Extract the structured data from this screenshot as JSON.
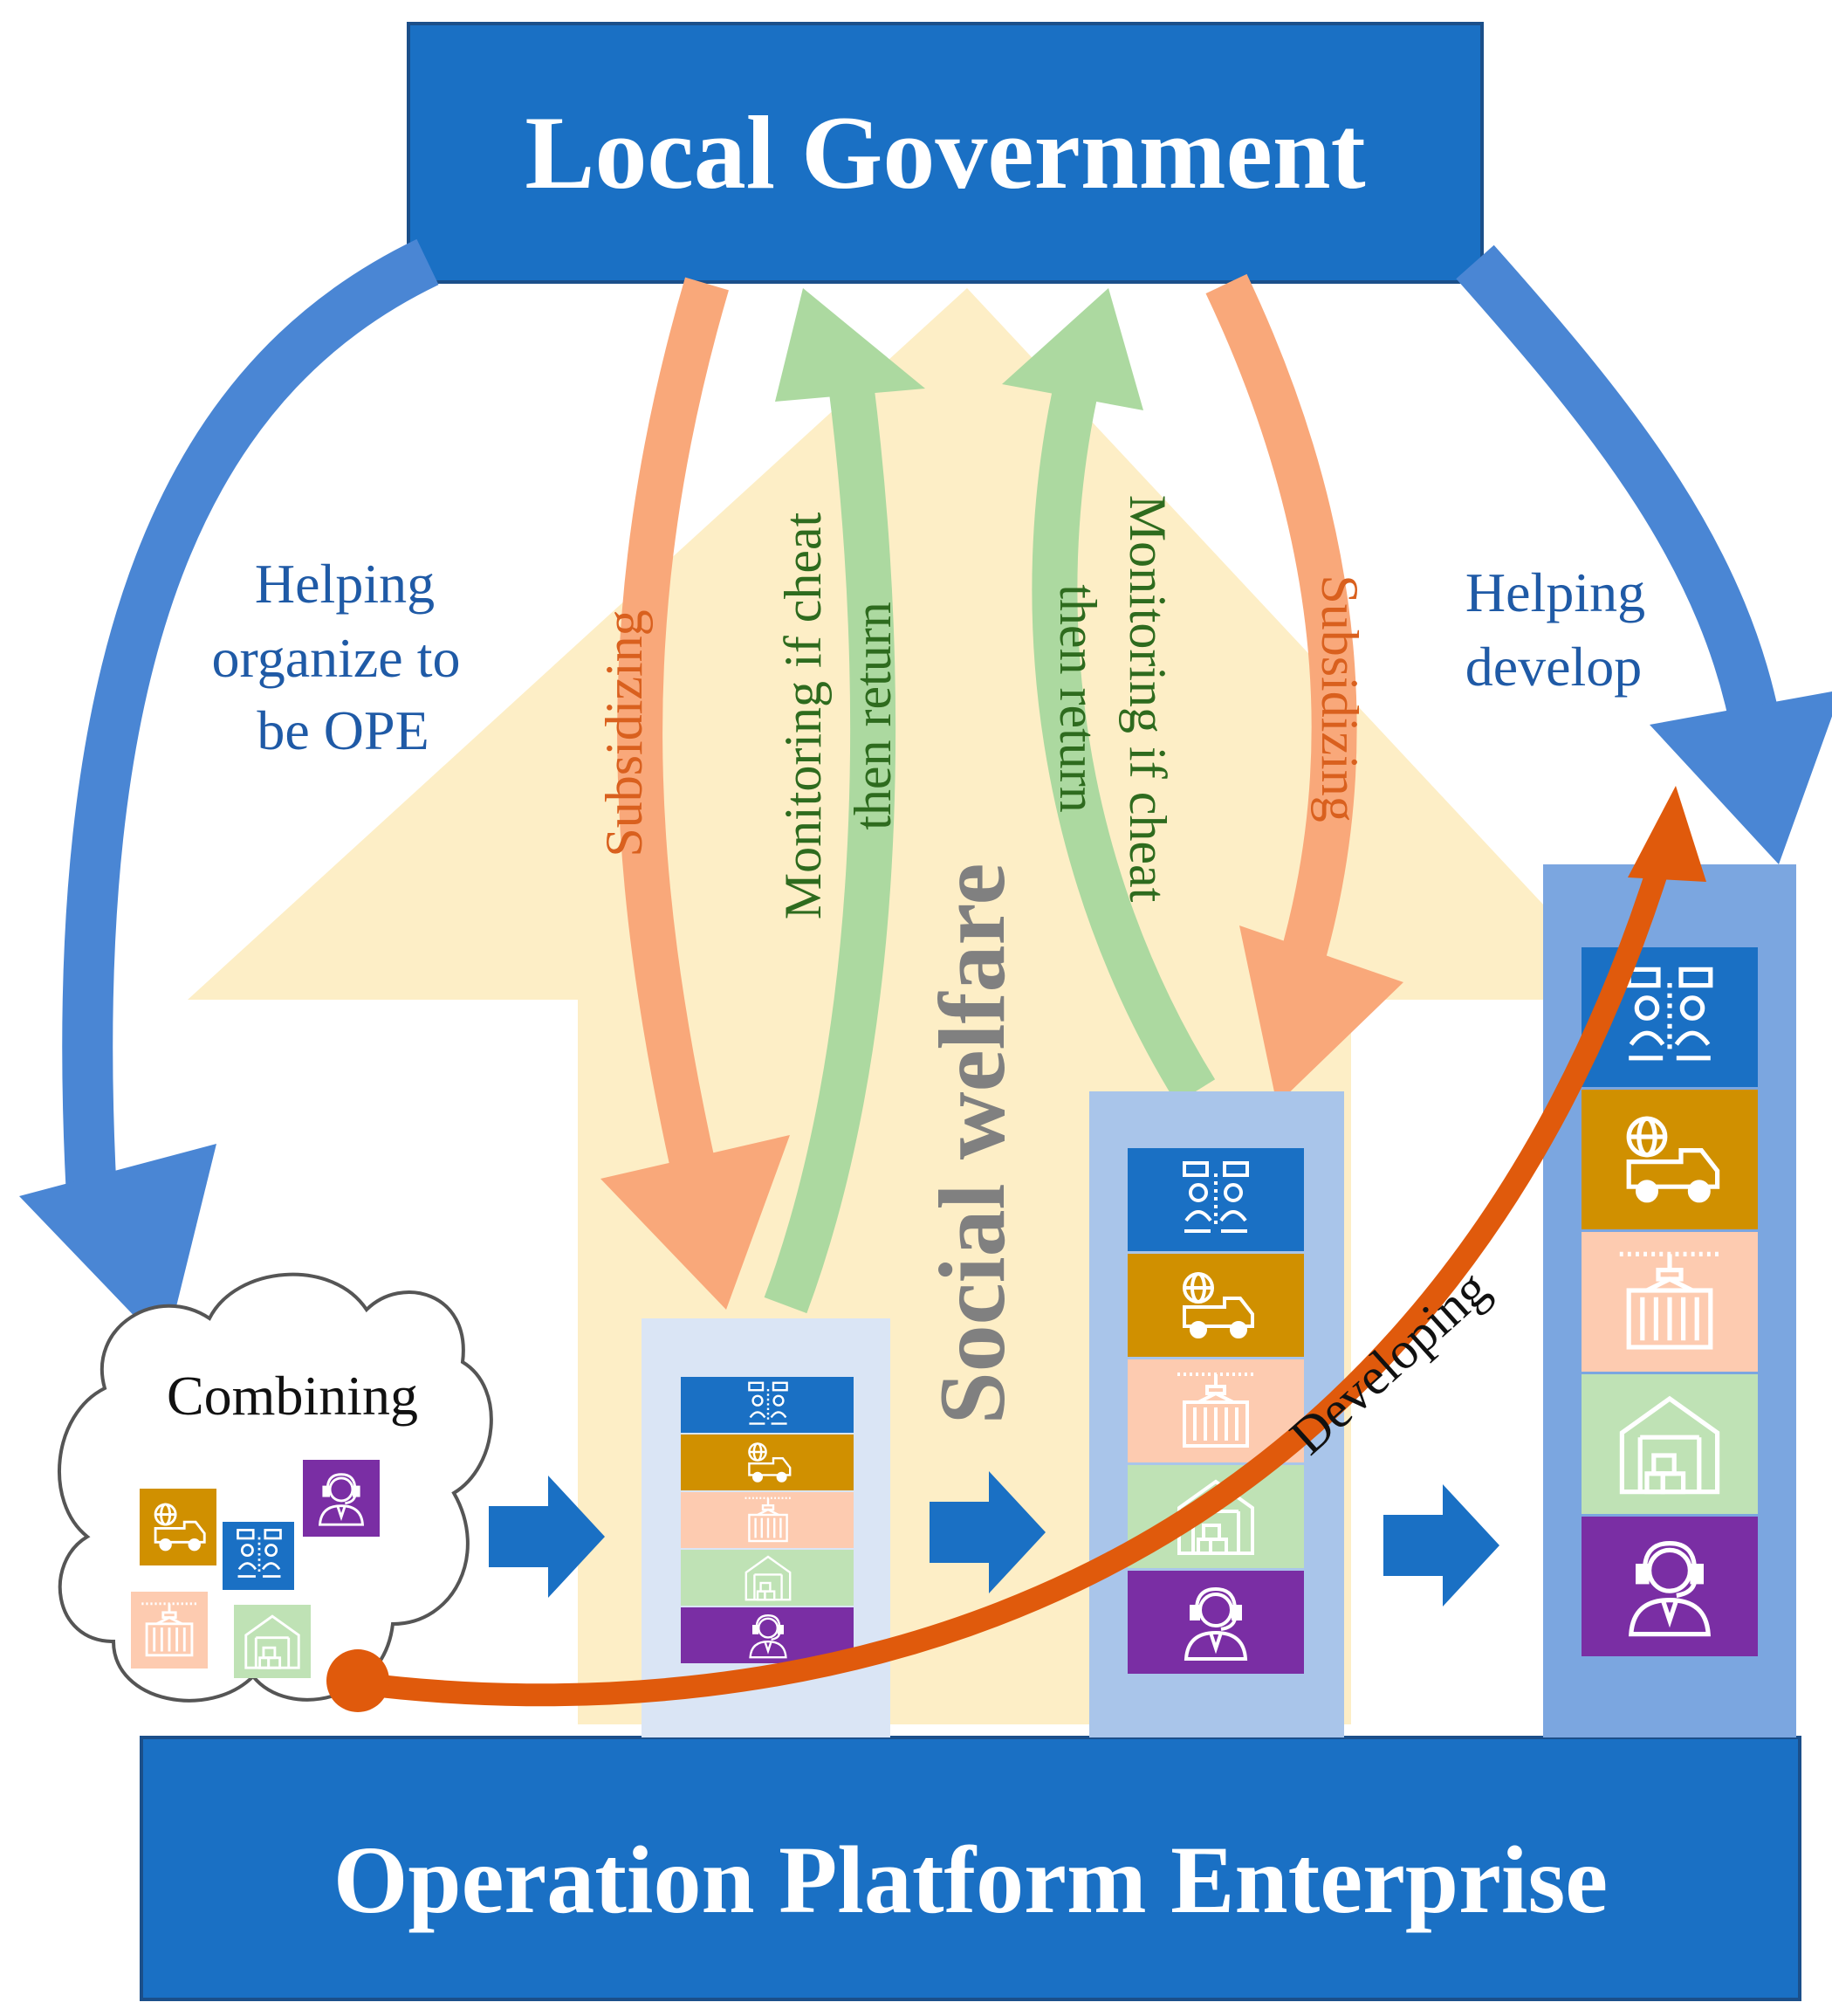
{
  "top_box": {
    "title": "Local Government"
  },
  "bottom_box": {
    "title": "Operation Platform Enterprise"
  },
  "labels": {
    "helping_organize": [
      "Helping",
      "organize to",
      "be OPE"
    ],
    "helping_develop": [
      "Helping",
      "develop"
    ],
    "subsidizing_left": "Subsidizing",
    "subsidizing_right": "Subsidizing",
    "monitoring_left": [
      "Monitoring if cheat",
      "then return"
    ],
    "monitoring_right": [
      "Monitoring if cheat",
      "then return"
    ],
    "social_welfare": "Social welfare",
    "combining": "Combining",
    "developing": "Developing"
  },
  "colors": {
    "gov_blue": "#1a70c4",
    "arrow_blue": "#4a86d4",
    "subsidy_orange": "#f9a87a",
    "monitor_green": "#acd9a0",
    "big_arrow_yellow": "#fdeec6",
    "develop_orange": "#e05a0c",
    "tile_blue": "#1a70c4",
    "tile_gold": "#d09000",
    "tile_peach": "#fdcbb0",
    "tile_green": "#bfe2b5",
    "tile_purple": "#7a2ea4"
  },
  "icons": [
    "team-icon",
    "delivery-truck-icon",
    "container-crane-icon",
    "warehouse-icon",
    "customer-service-icon"
  ]
}
